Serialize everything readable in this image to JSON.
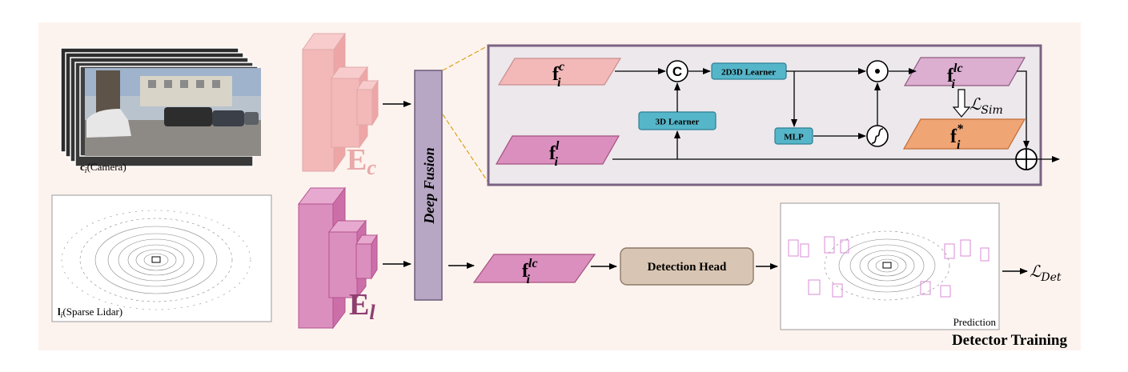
{
  "inputs": {
    "camera_label": "(Camera)",
    "camera_symbol": "c",
    "lidar_label": "(Sparse Lidar)",
    "lidar_symbol": "l",
    "subscript": "i"
  },
  "encoders": {
    "camera_symbol": "E",
    "camera_subscript": "c",
    "lidar_symbol": "E",
    "lidar_subscript": "l"
  },
  "fusion": {
    "label": "Deep Fusion",
    "concat_symbol": "C",
    "learner_2d3d": "2D3D Learner",
    "learner_3d": "3D Learner",
    "mlp": "MLP",
    "feat_camera_sup": "c",
    "feat_lidar_sup": "l",
    "feat_fused_sup": "lc",
    "feat_star_sup": "*",
    "feat_symbol": "f",
    "feat_sub": "i",
    "loss_sim": "Sim"
  },
  "pipeline": {
    "fused_feat_sup": "lc",
    "detection_head": "Detection Head",
    "prediction_label": "Prediction",
    "loss_det": "Det",
    "section_title": "Detector Training"
  },
  "colors": {
    "background": "#fdf3ee",
    "camera_enc": "#f3b8b8",
    "lidar_enc": "#db8fbf",
    "fusion_bar": "#b7a7c4",
    "fusion_box_fill": "#ece8ec",
    "fusion_box_border": "#7b6384",
    "learner_box": "#56b6c9",
    "head_box": "#d9c5b3",
    "fstar": "#f0a574"
  }
}
